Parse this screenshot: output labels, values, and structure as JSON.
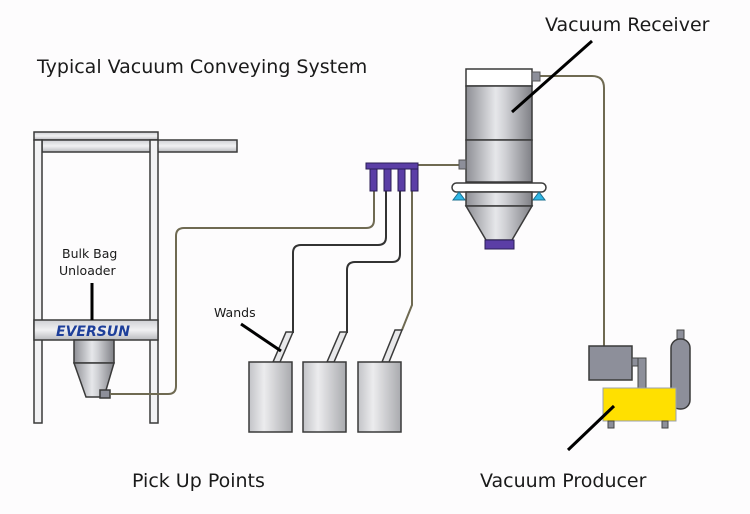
{
  "title": "Typical Vacuum Conveying System",
  "labels": {
    "vacuum_receiver": "Vacuum Receiver",
    "bulk_bag_line1": "Bulk Bag",
    "bulk_bag_line2": "Unloader",
    "wands": "Wands",
    "pick_up_points": "Pick Up Points",
    "vacuum_producer": "Vacuum Producer"
  },
  "logo": {
    "text": "EVERSUN",
    "color": "#1e3f9a"
  },
  "colors": {
    "manifold": "#5b3ea6",
    "producer_tank": "#ffe000",
    "receiver_discharge": "#5b3ea6",
    "support_triangles": "#2fb7e6",
    "pipe": "#6f6a52",
    "motor": "#8d8f9a"
  },
  "components": [
    "Bulk Bag Unloader",
    "Pick Up Points",
    "Wands",
    "Manifold",
    "Vacuum Receiver",
    "Vacuum Producer"
  ]
}
